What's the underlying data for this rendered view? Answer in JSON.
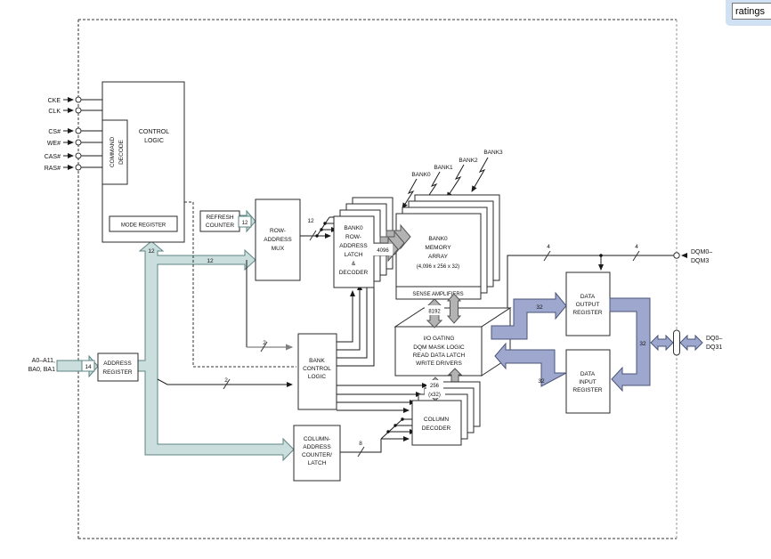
{
  "widget": {
    "ratings_value": "ratings"
  },
  "pins": {
    "labels": [
      "CKE",
      "CLK",
      "CS#",
      "WE#",
      "CAS#",
      "RAS#"
    ]
  },
  "address_input_label": {
    "line1": "A0–A11,",
    "line2": "BA0, BA1"
  },
  "blocks": {
    "control_logic": {
      "lines": [
        "CONTROL",
        "LOGIC"
      ]
    },
    "command_decode": {
      "lines": [
        "COMMAND",
        "DECODE"
      ]
    },
    "mode_register": {
      "label": "MODE REGISTER"
    },
    "refresh_counter": {
      "lines": [
        "REFRESH",
        "COUNTER"
      ]
    },
    "row_address_mux": {
      "lines": [
        "ROW-",
        "ADDRESS",
        "MUX"
      ]
    },
    "row_decoder": {
      "lines": [
        "BANK0",
        "ROW-",
        "ADDRESS",
        "LATCH",
        "&",
        "DECODER"
      ]
    },
    "memory_array": {
      "lines": [
        "BANK0",
        "MEMORY",
        "ARRAY",
        "(4,096 x 256 x 32)"
      ]
    },
    "sense_amps": {
      "label": "SENSE AMPLIFIERS"
    },
    "io_gating": {
      "lines": [
        "I/O GATING",
        "DQM MASK LOGIC",
        "READ DATA LATCH",
        "WRITE DRIVERS"
      ]
    },
    "bank_control": {
      "lines": [
        "BANK",
        "CONTROL",
        "LOGIC"
      ]
    },
    "address_register": {
      "lines": [
        "ADDRESS",
        "REGISTER"
      ]
    },
    "column_counter": {
      "lines": [
        "COLUMN-",
        "ADDRESS",
        "COUNTER/",
        "LATCH"
      ]
    },
    "column_decoder": {
      "lines": [
        "COLUMN",
        "DECODER"
      ]
    },
    "data_output_register": {
      "lines": [
        "DATA",
        "OUTPUT",
        "REGISTER"
      ]
    },
    "data_input_register": {
      "lines": [
        "DATA",
        "INPUT",
        "REGISTER"
      ]
    }
  },
  "banks": {
    "labels": [
      "BANK0",
      "BANK1",
      "BANK2",
      "BANK3"
    ]
  },
  "bus_widths": {
    "w2": "2",
    "w4": "4",
    "w8": "8",
    "w12": "12",
    "w14": "14",
    "w32": "32",
    "w256": "256",
    "x32": "(x32)",
    "w4096": "4096",
    "w8192": "8192"
  },
  "io_labels": {
    "dqm": [
      "DQM0–",
      "DQM3"
    ],
    "dq": [
      "DQ0–",
      "DQ31"
    ]
  },
  "colors": {
    "address_bus": "#C9DEDD",
    "data_bus": "#9EA8CE",
    "wide_arrow": "#B3B3B3",
    "widget_panel": "#CFE1F3"
  }
}
